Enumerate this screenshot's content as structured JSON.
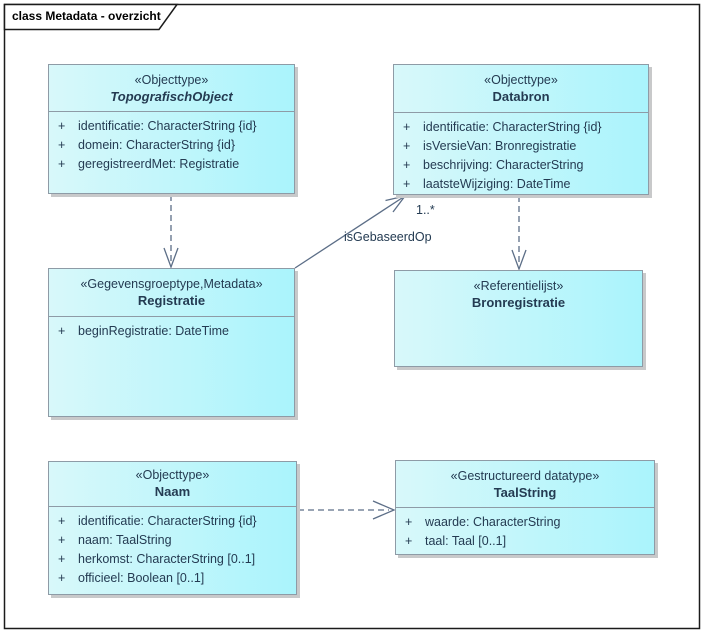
{
  "frame": {
    "title": "class Metadata - overzicht"
  },
  "colors": {
    "box_fill_left": "#D8F8FA",
    "box_fill_right": "#AAF4FC",
    "box_border": "#8E9BA6",
    "connector_line": "#5C6E87",
    "text": "#243B52",
    "frame_border": "#1B1B1B",
    "background": "#FFFFFF"
  },
  "classes": [
    {
      "stereotype": "«Objecttype»",
      "name": "TopografischObject",
      "attributes": [
        {
          "visibility": "+",
          "text": "identificatie: CharacterString {id}"
        },
        {
          "visibility": "+",
          "text": "domein: CharacterString {id}"
        },
        {
          "visibility": "+",
          "text": "geregistreerdMet: Registratie"
        }
      ]
    },
    {
      "stereotype": "«Objecttype»",
      "name": "Databron",
      "attributes": [
        {
          "visibility": "+",
          "text": "identificatie: CharacterString {id}"
        },
        {
          "visibility": "+",
          "text": "isVersieVan: Bronregistratie"
        },
        {
          "visibility": "+",
          "text": "beschrijving: CharacterString"
        },
        {
          "visibility": "+",
          "text": "laatsteWijziging: DateTime"
        }
      ]
    },
    {
      "stereotype": "«Gegevensgroeptype,Metadata»",
      "name": "Registratie",
      "attributes": [
        {
          "visibility": "+",
          "text": "beginRegistratie: DateTime"
        }
      ]
    },
    {
      "stereotype": "«Referentielijst»",
      "name": "Bronregistratie",
      "attributes": []
    },
    {
      "stereotype": "«Objecttype»",
      "name": "Naam",
      "attributes": [
        {
          "visibility": "+",
          "text": "identificatie: CharacterString {id}"
        },
        {
          "visibility": "+",
          "text": "naam: TaalString"
        },
        {
          "visibility": "+",
          "text": "herkomst: CharacterString [0..1]"
        },
        {
          "visibility": "+",
          "text": "officieel: Boolean [0..1]"
        }
      ]
    },
    {
      "stereotype": "«Gestructureerd datatype»",
      "name": "TaalString",
      "attributes": [
        {
          "visibility": "+",
          "text": "waarde: CharacterString"
        },
        {
          "visibility": "+",
          "text": "taal: Taal [0..1]"
        }
      ]
    }
  ],
  "connectors": {
    "is_gebaseerd_op": {
      "label": "isGebaseerdOp",
      "multiplicity": "1..*"
    }
  }
}
